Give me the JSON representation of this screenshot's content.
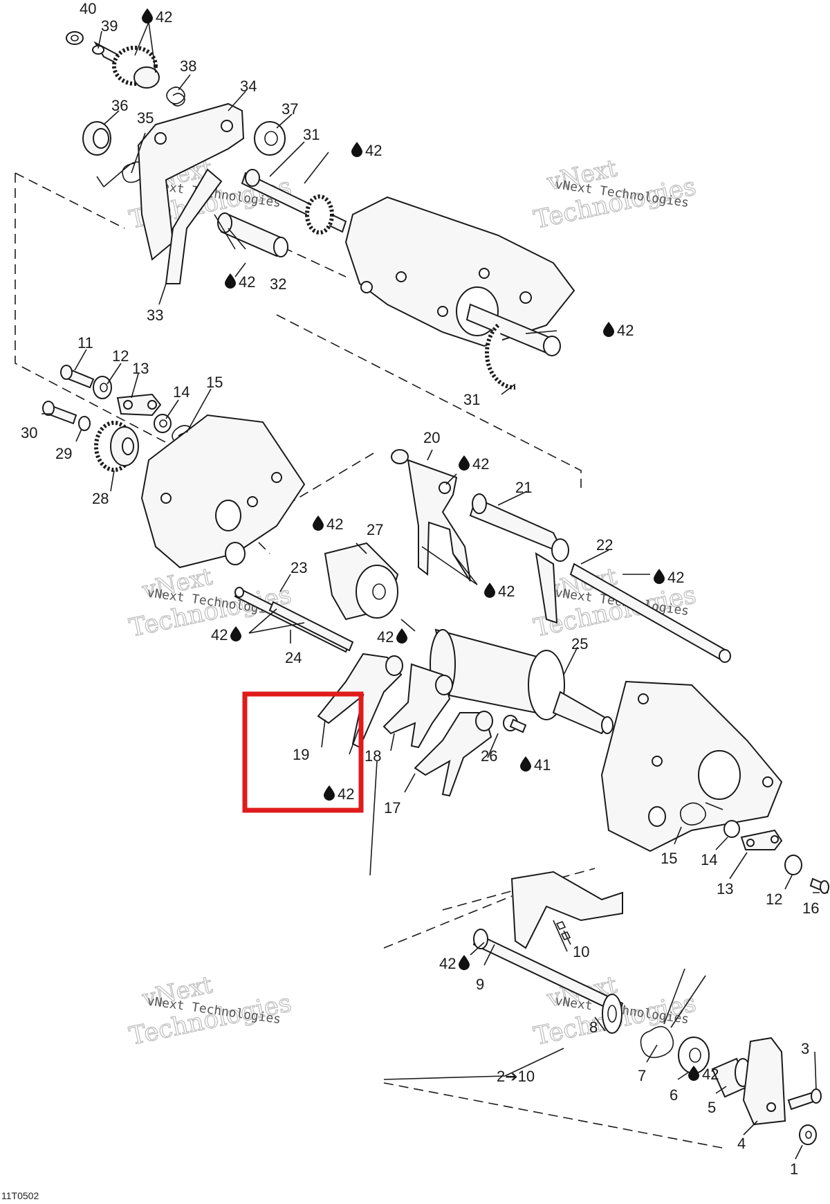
{
  "callouts": [
    {
      "id": "40",
      "text": "40"
    },
    {
      "id": "39",
      "text": "39"
    },
    {
      "id": "38",
      "text": "38"
    },
    {
      "id": "37",
      "text": "37"
    },
    {
      "id": "36",
      "text": "36"
    },
    {
      "id": "35",
      "text": "35"
    },
    {
      "id": "34",
      "text": "34"
    },
    {
      "id": "33",
      "text": "33"
    },
    {
      "id": "32",
      "text": "32"
    },
    {
      "id": "31a",
      "text": "31"
    },
    {
      "id": "31b",
      "text": "31"
    },
    {
      "id": "30",
      "text": "30"
    },
    {
      "id": "29",
      "text": "29"
    },
    {
      "id": "28",
      "text": "28"
    },
    {
      "id": "27",
      "text": "27"
    },
    {
      "id": "26",
      "text": "26"
    },
    {
      "id": "25",
      "text": "25"
    },
    {
      "id": "24",
      "text": "24"
    },
    {
      "id": "23",
      "text": "23"
    },
    {
      "id": "22",
      "text": "22"
    },
    {
      "id": "21",
      "text": "21"
    },
    {
      "id": "20",
      "text": "20"
    },
    {
      "id": "19",
      "text": "19"
    },
    {
      "id": "18",
      "text": "18"
    },
    {
      "id": "17",
      "text": "17"
    },
    {
      "id": "16",
      "text": "16"
    },
    {
      "id": "15a",
      "text": "15"
    },
    {
      "id": "15b",
      "text": "15"
    },
    {
      "id": "14a",
      "text": "14"
    },
    {
      "id": "14b",
      "text": "14"
    },
    {
      "id": "13a",
      "text": "13"
    },
    {
      "id": "13b",
      "text": "13"
    },
    {
      "id": "12a",
      "text": "12"
    },
    {
      "id": "12b",
      "text": "12"
    },
    {
      "id": "11",
      "text": "11"
    },
    {
      "id": "10",
      "text": "10"
    },
    {
      "id": "9",
      "text": "9"
    },
    {
      "id": "8",
      "text": "8"
    },
    {
      "id": "7",
      "text": "7"
    },
    {
      "id": "6",
      "text": "6"
    },
    {
      "id": "5",
      "text": "5"
    },
    {
      "id": "4",
      "text": "4"
    },
    {
      "id": "3",
      "text": "3"
    },
    {
      "id": "1",
      "text": "1"
    }
  ],
  "lubricant_refs": [
    {
      "id": "l1",
      "text": "42"
    },
    {
      "id": "l2",
      "text": "42"
    },
    {
      "id": "l3",
      "text": "42"
    },
    {
      "id": "l4",
      "text": "42"
    },
    {
      "id": "l5",
      "text": "42"
    },
    {
      "id": "l6",
      "text": "42"
    },
    {
      "id": "l7",
      "text": "42"
    },
    {
      "id": "l8",
      "text": "42"
    },
    {
      "id": "l9",
      "text": "42"
    },
    {
      "id": "l10",
      "text": "42"
    },
    {
      "id": "l11",
      "text": "42"
    },
    {
      "id": "l12",
      "text": "42"
    },
    {
      "id": "l13",
      "text": "42"
    },
    {
      "id": "l14",
      "text": "41"
    }
  ],
  "range_label": "2➔10",
  "watermark": {
    "line1": "vNext",
    "line2": "Technologies",
    "small": "vNext Technologies"
  },
  "figure_ref": "11T0502",
  "highlight": {
    "color": "#e01b1b",
    "target": "19"
  }
}
